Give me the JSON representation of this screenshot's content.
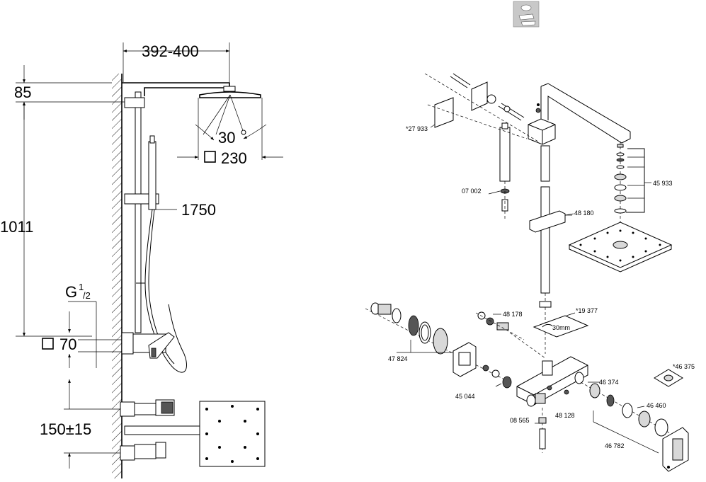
{
  "left_drawing": {
    "dim_width": "392-400",
    "dim_top": "85",
    "dim_height": "1011",
    "dim_angle": "30",
    "dim_head_square": "230",
    "dim_rail": "1750",
    "thread_base": "G",
    "thread_sup": "1",
    "thread_sub": "/2",
    "dim_body_square": "70",
    "dim_center": "150±15"
  },
  "right_drawing": {
    "parts": [
      {
        "id": "p27933",
        "text": "*27 933"
      },
      {
        "id": "p07002",
        "text": "07 002"
      },
      {
        "id": "p48180",
        "text": "48 180"
      },
      {
        "id": "p45933",
        "text": "45 933"
      },
      {
        "id": "p48178",
        "text": "48 178"
      },
      {
        "id": "p19377",
        "text": "*19 377"
      },
      {
        "id": "p47824",
        "text": "47 824"
      },
      {
        "id": "p45044",
        "text": "45 044"
      },
      {
        "id": "p46374",
        "text": "46 374"
      },
      {
        "id": "p46375",
        "text": "*46 375"
      },
      {
        "id": "p48128",
        "text": "48 128"
      },
      {
        "id": "p46460",
        "text": "46 460"
      },
      {
        "id": "p08565",
        "text": "08 565"
      },
      {
        "id": "p46782",
        "text": "46 782"
      }
    ],
    "label_30mm": "30mm"
  },
  "icon": {
    "name": "maintenance-icon",
    "bg": "#c8c8c8"
  }
}
